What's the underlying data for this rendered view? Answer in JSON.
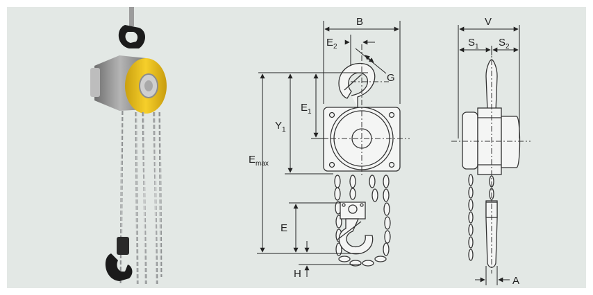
{
  "colors": {
    "background": "#e3e8e5",
    "housing_yellow": "#f2c21a",
    "housing_gray": "#9a9a9a",
    "chain": "#b9bcbd",
    "line": "#333333"
  },
  "photo": {
    "subject": "manual chain hoist with yellow hand wheel cover"
  },
  "front_view": {
    "labels": {
      "B": "B",
      "E2": "E",
      "E2_sub": "2",
      "G": "G",
      "E1": "E",
      "E1_sub": "1",
      "Y1": "Y",
      "Y1_sub": "1",
      "Emax": "E",
      "Emax_sub": "max",
      "E": "E",
      "H": "H"
    }
  },
  "side_view": {
    "labels": {
      "V": "V",
      "S1": "S",
      "S1_sub": "1",
      "S2": "S",
      "S2_sub": "2",
      "A": "A"
    }
  }
}
